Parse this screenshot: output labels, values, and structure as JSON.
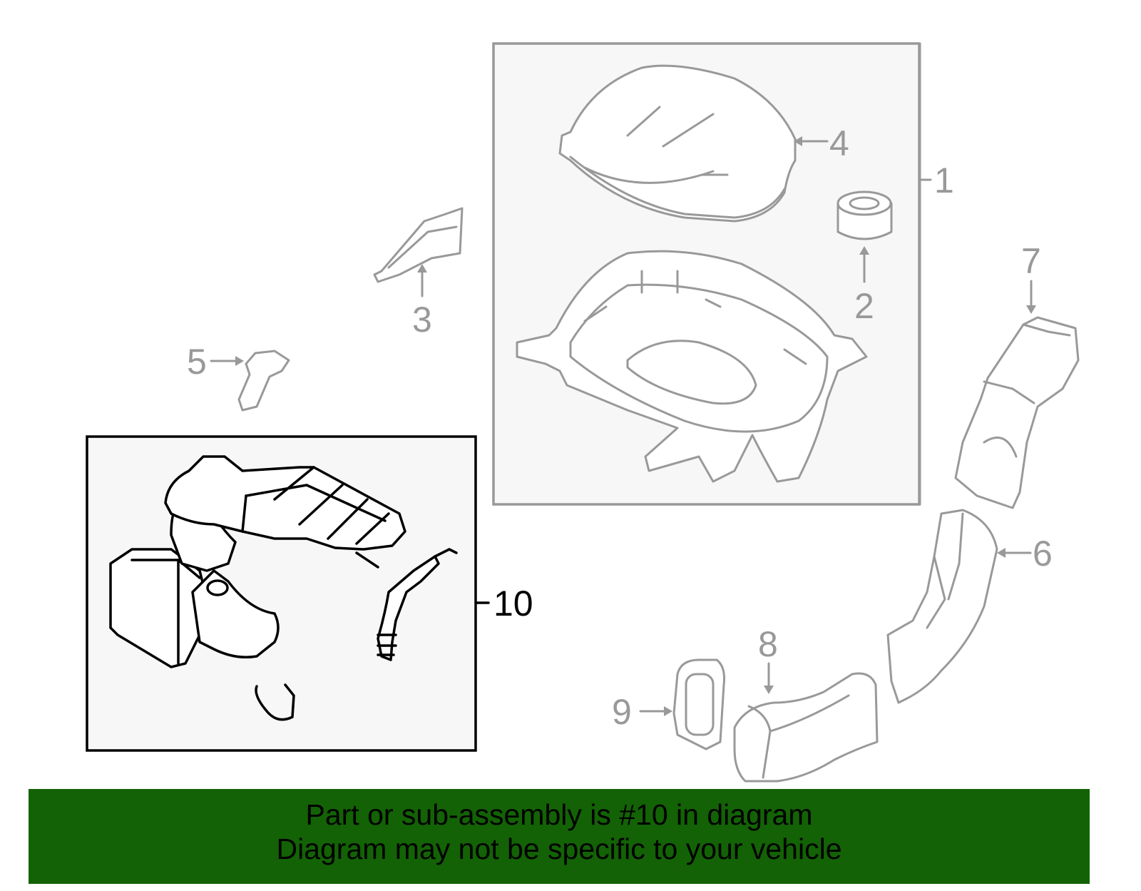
{
  "diagram": {
    "callouts": {
      "c1": "1",
      "c2": "2",
      "c3": "3",
      "c4": "4",
      "c5": "5",
      "c6": "6",
      "c7": "7",
      "c8": "8",
      "c9": "9",
      "c10": "10"
    },
    "colors": {
      "part_gray": "#999999",
      "highlight": "#000000",
      "banner": "#136205",
      "box_fill": "#f7f7f7"
    }
  },
  "banner": {
    "line1": "Part or sub-assembly is #10 in diagram",
    "line2": "Diagram may not be specific to your vehicle"
  }
}
